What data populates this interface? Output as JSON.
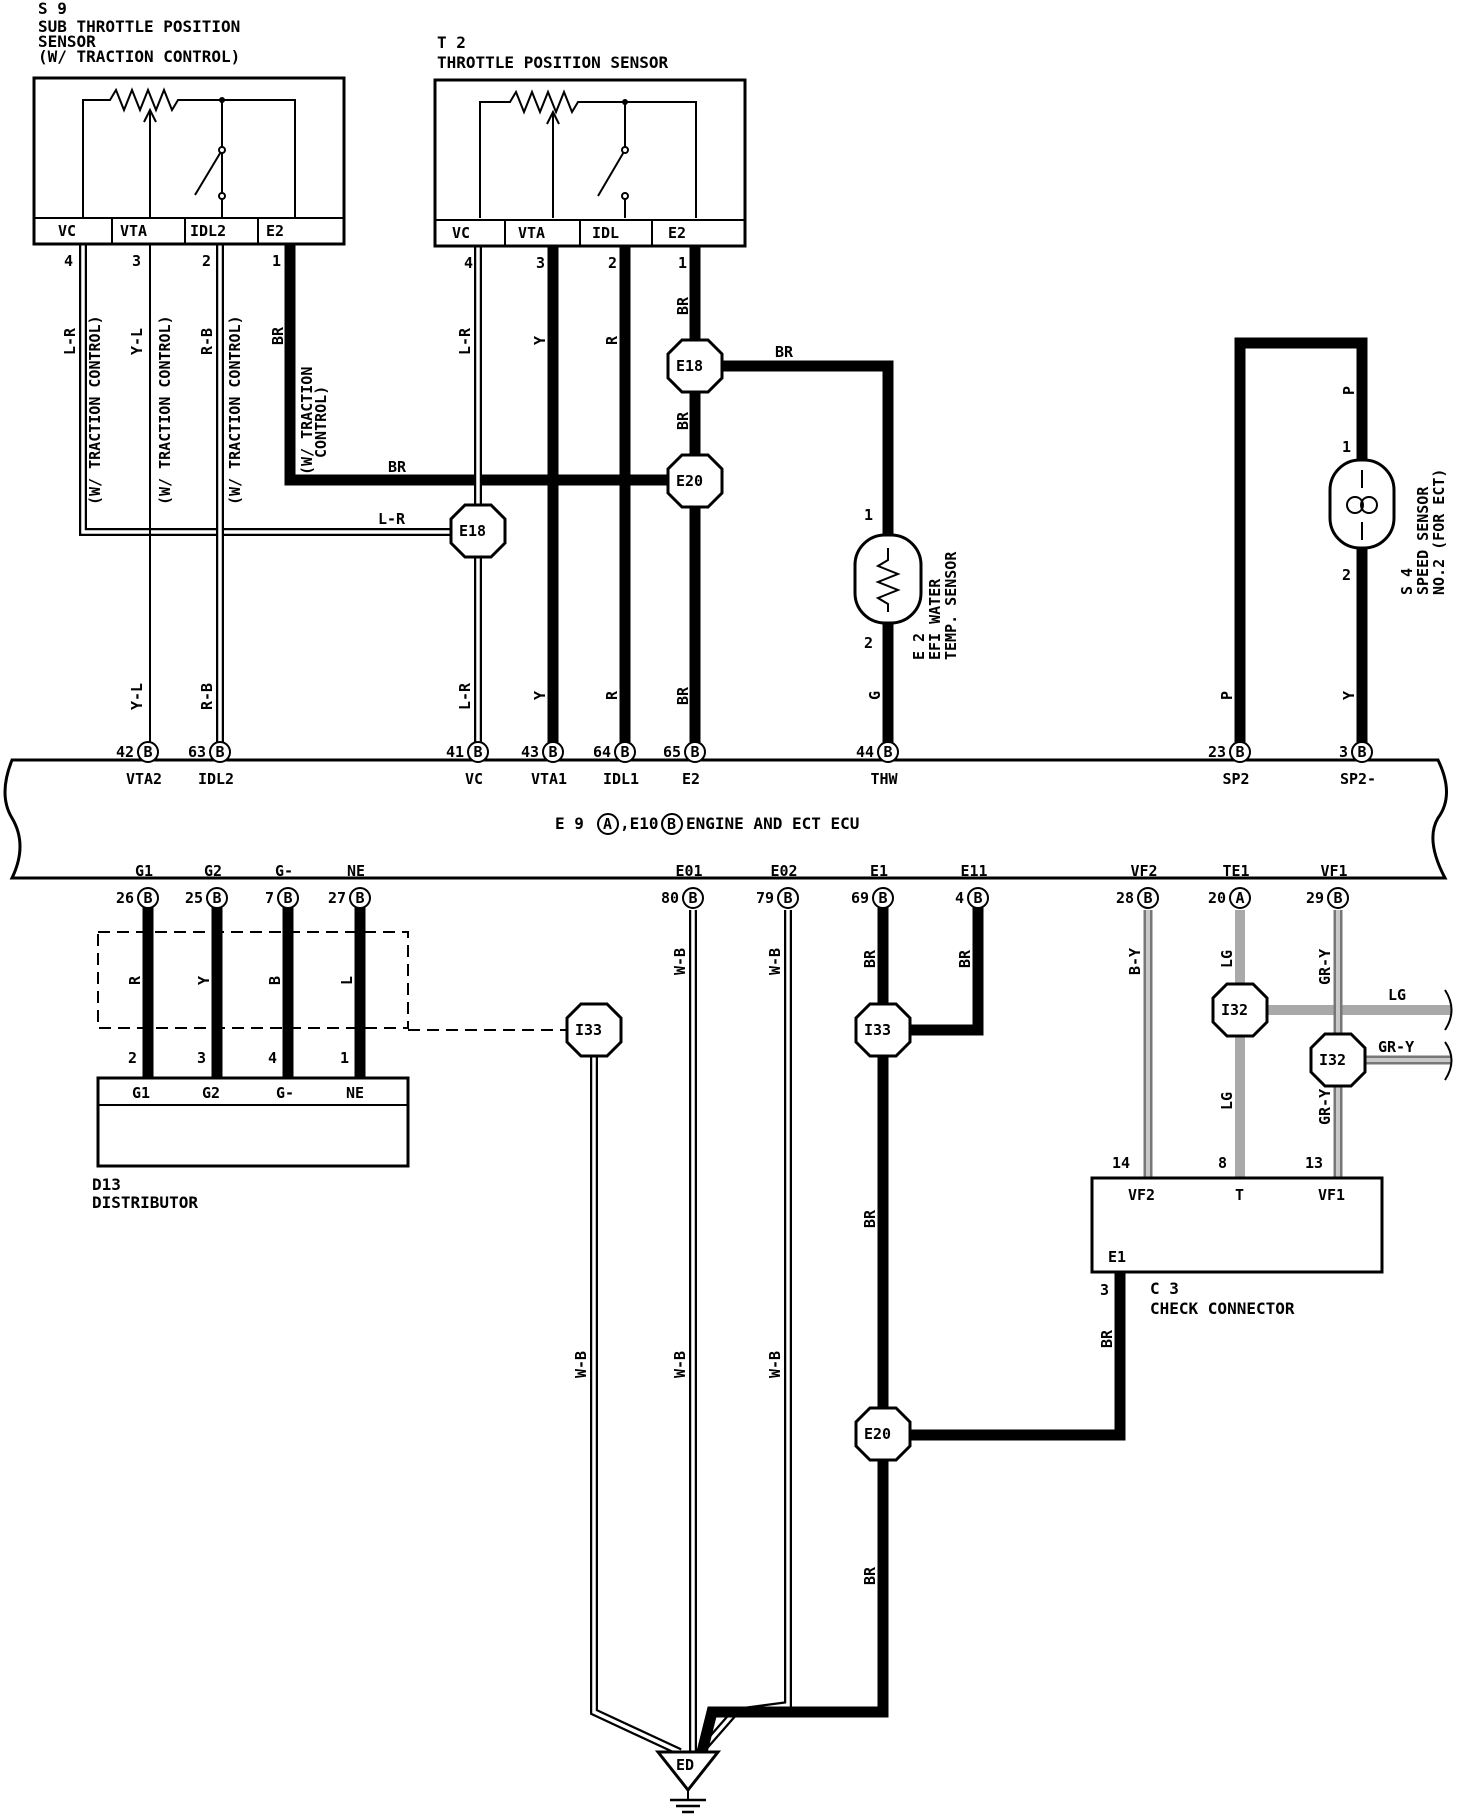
{
  "components": {
    "sub_tps": {
      "id": "S 9",
      "name": "SUB THROTTLE POSITION",
      "name2": "SENSOR",
      "note": "(W/ TRACTION CONTROL)",
      "terminals": [
        "VC",
        "VTA",
        "IDL2",
        "E2"
      ],
      "pins": [
        "4",
        "3",
        "2",
        "1"
      ]
    },
    "tps": {
      "id": "T 2",
      "name": "THROTTLE POSITION SENSOR",
      "terminals": [
        "VC",
        "VTA",
        "IDL",
        "E2"
      ],
      "pins": [
        "4",
        "3",
        "2",
        "1"
      ]
    },
    "water_temp": {
      "id": "E 2",
      "name": "EFI WATER",
      "name2": "TEMP. SENSOR",
      "pin_top": "1",
      "pin_bottom": "2"
    },
    "speed_sensor": {
      "id": "S 4",
      "name": "SPEED SENSOR",
      "name2": "NO.2 (FOR ECT)",
      "pin_top": "1",
      "pin_bottom": "2"
    },
    "ecu": {
      "label": "E 9 A ,E10 B ENGINE AND ECT ECU",
      "top_terminals": [
        {
          "name": "VTA2",
          "pin": "42",
          "conn": "B"
        },
        {
          "name": "IDL2",
          "pin": "63",
          "conn": "B"
        },
        {
          "name": "VC",
          "pin": "41",
          "conn": "B"
        },
        {
          "name": "VTA1",
          "pin": "43",
          "conn": "B"
        },
        {
          "name": "IDL1",
          "pin": "64",
          "conn": "B"
        },
        {
          "name": "E2",
          "pin": "65",
          "conn": "B"
        },
        {
          "name": "THW",
          "pin": "44",
          "conn": "B"
        },
        {
          "name": "SP2",
          "pin": "23",
          "conn": "B"
        },
        {
          "name": "SP2-",
          "pin": "3",
          "conn": "B"
        }
      ],
      "bottom_terminals": [
        {
          "name": "G1",
          "pin": "26",
          "conn": "B"
        },
        {
          "name": "G2",
          "pin": "25",
          "conn": "B"
        },
        {
          "name": "G-",
          "pin": "7",
          "conn": "B"
        },
        {
          "name": "NE",
          "pin": "27",
          "conn": "B"
        },
        {
          "name": "E01",
          "pin": "80",
          "conn": "B"
        },
        {
          "name": "E02",
          "pin": "79",
          "conn": "B"
        },
        {
          "name": "E1",
          "pin": "69",
          "conn": "B"
        },
        {
          "name": "E11",
          "pin": "4",
          "conn": "B"
        },
        {
          "name": "VF2",
          "pin": "28",
          "conn": "B"
        },
        {
          "name": "TE1",
          "pin": "20",
          "conn": "A"
        },
        {
          "name": "VF1",
          "pin": "29",
          "conn": "B"
        }
      ]
    },
    "distributor": {
      "id": "D13",
      "name": "DISTRIBUTOR",
      "terminals": [
        "G1",
        "G2",
        "G-",
        "NE"
      ],
      "pins": [
        "2",
        "3",
        "4",
        "1"
      ]
    },
    "check_connector": {
      "id": "C 3",
      "name": "CHECK CONNECTOR",
      "terminals": [
        "VF2",
        "T",
        "VF1"
      ],
      "pins": [
        "14",
        "8",
        "13"
      ],
      "e1": "E1",
      "e1_pin": "3"
    },
    "ground": {
      "label": "ED"
    }
  },
  "junctions": {
    "e18": "E18",
    "e20": "E20",
    "i33": "I33",
    "i32": "I32"
  },
  "wire_colors": {
    "lr": "L-R",
    "yl": "Y-L",
    "rb": "R-B",
    "br": "BR",
    "y": "Y",
    "r": "R",
    "g": "G",
    "p": "P",
    "b": "B",
    "l": "L",
    "wb": "W-B",
    "by": "B-Y",
    "lg": "LG",
    "gry": "GR-Y"
  },
  "notes": {
    "traction": "(W/ TRACTION CONTROL)",
    "traction_a": "(W/ TRACTION",
    "traction_b": "CONTROL)"
  }
}
